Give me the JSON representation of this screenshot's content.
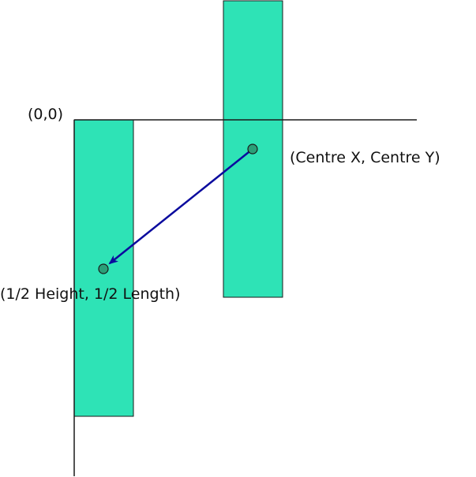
{
  "labels": {
    "origin": "(0,0)",
    "centre": "(Centre X, Centre Y)",
    "half_size": "(1/2 Height, 1/2 Length)"
  },
  "colors": {
    "rectangle_fill": "#2ee3b6",
    "rectangle_stroke": "#1a1a1a",
    "axis": "#1a1a1a",
    "arrow": "#0b0b9e",
    "point_fill": "#2b9f78"
  }
}
